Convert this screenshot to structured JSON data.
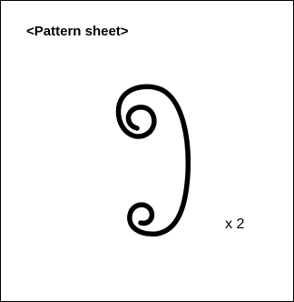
{
  "sheet": {
    "title": "<Pattern sheet>",
    "quantity_label": "x 2",
    "shape": "scroll-curl",
    "stroke_color": "#000000"
  }
}
